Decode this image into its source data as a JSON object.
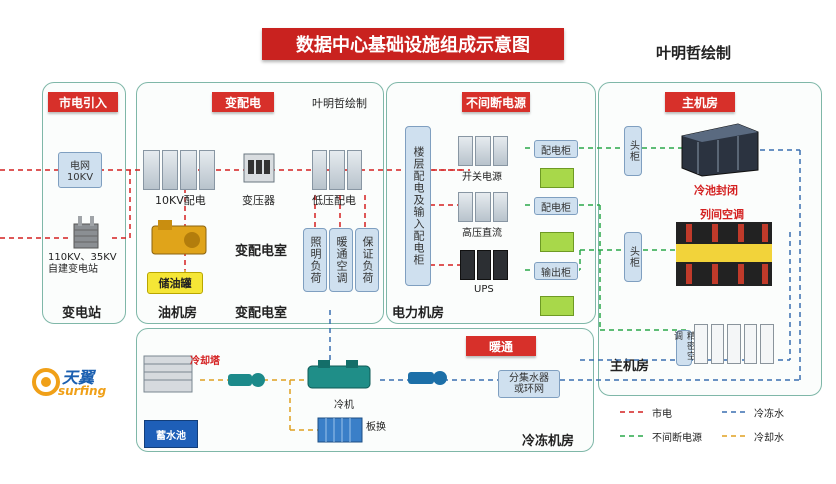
{
  "title": "数据中心基础设施组成示意图",
  "author": "叶明哲绘制",
  "sections": {
    "grid_in": {
      "tag": "市电引入",
      "bottom": "变电站"
    },
    "substation": {
      "tag": "变配电",
      "author": "叶明哲绘制",
      "oil_room": "油机房",
      "dist_room_mid": "变配电室",
      "dist_room_bottom": "变配电室"
    },
    "ups": {
      "tag": "不间断电源",
      "bottom": "电力机房"
    },
    "main_room": {
      "tag": "主机房",
      "bottom": "主机房"
    },
    "hvac": {
      "tag": "暖通",
      "bottom": "冷冻机房"
    }
  },
  "labels": {
    "grid_10kv": "电网\n10KV",
    "substation_label": "110KV、35KV\n自建变电站",
    "kv10_dist": "10KV配电",
    "transformer": "变压器",
    "lv_dist": "低压配电",
    "oil_tank": "储油罐",
    "load_lighting": "照明负荷",
    "load_hvac": "暖通空调",
    "load_other": "保证负荷",
    "floor_dist": "楼层配电及输入配电柜",
    "switch_psu": "开关电源",
    "hv_dc": "高压直流",
    "ups_label": "UPS",
    "dist_cab1": "配电柜",
    "dist_cab2": "配电柜",
    "out_cab": "输出柜",
    "col_head1": "头柜",
    "col_head2": "头柜",
    "closed_aisle": "冷池封闭",
    "row_ac": "列间空调",
    "precision_ac": "精密空调",
    "cooling_tower": "冷却塔",
    "storage_tank": "蓄水池",
    "chiller": "冷机",
    "plate_hx": "板换",
    "distributor": "分集水器\n或环网",
    "logo_cn": "天翼",
    "logo_en": "surfing"
  },
  "legend": [
    {
      "label": "市电",
      "color": "#d42020",
      "style": "dashed"
    },
    {
      "label": "冷冻水",
      "color": "#3a6fb0",
      "style": "dashed"
    },
    {
      "label": "不间断电源",
      "color": "#2aa84a",
      "style": "dashed"
    },
    {
      "label": "冷却水",
      "color": "#e0a020",
      "style": "dashed"
    }
  ],
  "colors": {
    "accent_red": "#d42020",
    "panel_border": "#7fb7a8",
    "ups_green": "#2aa84a",
    "chilled_blue": "#3a6fb0",
    "cooling_orange": "#e0a020"
  }
}
